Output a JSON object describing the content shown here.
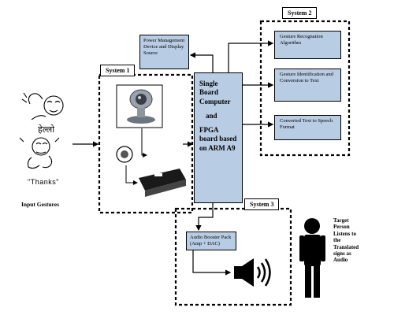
{
  "input": {
    "hello_text": "हेल्लो",
    "thanks_text": "\"Thanks\"",
    "label": "Input Gestures"
  },
  "system1": {
    "label": "System 1"
  },
  "system2": {
    "label": "System 2",
    "blocks": [
      "Gesture Recognation Algorithm",
      "Gesture Identification and Conversion to Text",
      "Converted Text to Speech Format"
    ]
  },
  "system3": {
    "label": "System 3",
    "audio_block": "Audio Booster Pack (Amp + DAC)"
  },
  "power_block": "Power Management Device and Display Source",
  "main_board": {
    "line1": "Single Board Computer",
    "line2": "and",
    "line3": "FPGA board based on ARM A9"
  },
  "target_person": "Target Person Listens to the Translated signs as Audio"
}
